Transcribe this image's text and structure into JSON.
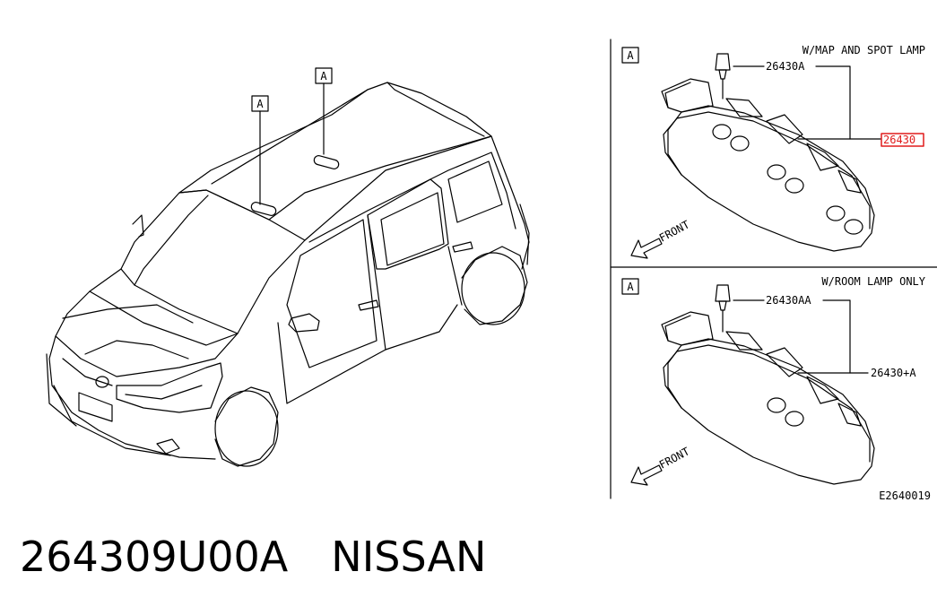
{
  "callouts": {
    "view_a": "A"
  },
  "panel_top": {
    "callout": "A",
    "heading": "W/MAP AND SPOT LAMP",
    "part_upper": "26430A",
    "part_highlighted": "26430",
    "front": "FRONT"
  },
  "panel_bottom": {
    "callout": "A",
    "heading": "W/ROOM LAMP ONLY",
    "part_upper": "26430AA",
    "part_lower": "26430+A",
    "front": "FRONT"
  },
  "figure_code": "E2640019",
  "caption": {
    "part_number": "264309U00A",
    "brand": "NISSAN"
  },
  "colors": {
    "highlight": "#e01b1b",
    "line": "#000000"
  }
}
